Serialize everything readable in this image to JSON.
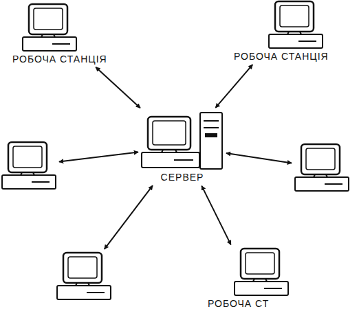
{
  "diagram": {
    "nodes": [
      {
        "text": [
          "РОБОЧА СТАНЦІЯ"
        ]
      },
      {
        "text": [
          "РОБОЧА СТАНЦІЯ"
        ]
      },
      {
        "text": []
      },
      {
        "text": [
          "СЕРВЕР"
        ]
      },
      {
        "text": []
      },
      {
        "text": []
      },
      {
        "text": [
          "РОБОЧА СТ"
        ]
      }
    ],
    "edges": [
      {
        "from": 3,
        "to": 0,
        "arrow": "both"
      },
      {
        "from": 3,
        "to": 1,
        "arrow": "both"
      },
      {
        "from": 3,
        "to": 2,
        "arrow": "both"
      },
      {
        "from": 3,
        "to": 4,
        "arrow": "both"
      },
      {
        "from": 3,
        "to": 5,
        "arrow": "both"
      },
      {
        "from": 3,
        "to": 6,
        "arrow": "both"
      }
    ]
  }
}
